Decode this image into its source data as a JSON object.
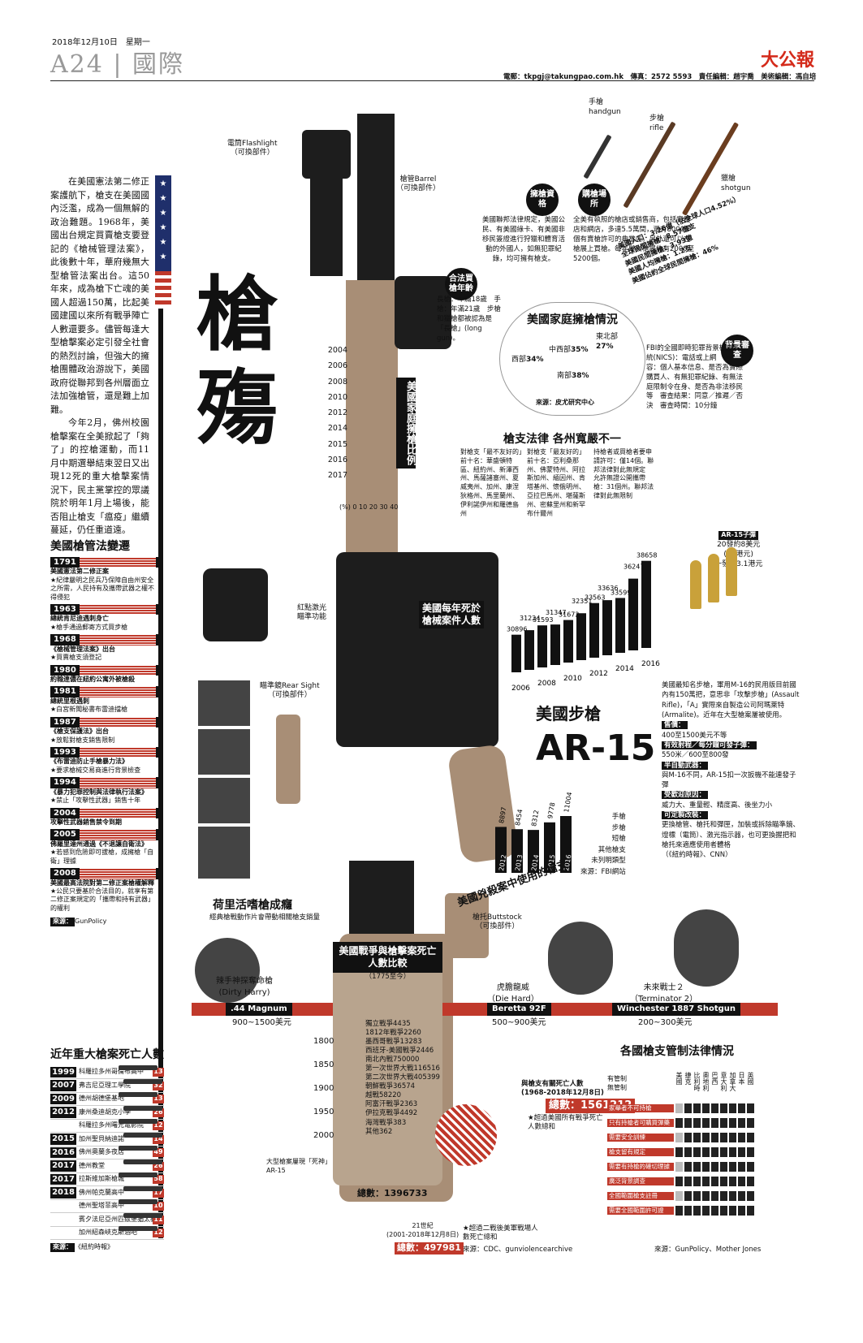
{
  "header": {
    "date": "2018年12月10日　星期一",
    "page": "A24",
    "section": "國際",
    "brand": "大公報",
    "credits": "電郵：tkpgj@takungpao.com.hk　傳真：2572 5593　責任編輯：趙宇喬　美術編輯：馮自培"
  },
  "title": "槍殤",
  "intro": [
    "在美國憲法第二修正案護航下，槍支在美國國內泛濫，成為一個無解的政治難題。1968年，美國出台規定買賣槍支要登記的《槍械管理法案》，此後數十年，華府幾無大型槍管法案出台。這50年來，成為槍下亡魂的美國人超過150萬，比起美國建國以來所有戰爭陣亡人數還要多。儘管每逢大型槍擊案必定引發全社會的熱烈討論，但強大的擁槍團體政治游說下，美國政府從聯邦到各州層面立法加強槍管，還是難上加難。",
    "今年2月，佛州校園槍擊案在全美掀起了「夠了」的控槍運動，而11月中期選舉結束翌日又出現12死的重大槍擊案情況下，民主黨掌控的眾議院於明年1月上場後，能否阻止槍支「瘟疫」繼續蔓延，仍任重道遠。"
  ],
  "stars": [
    "★",
    "★",
    "★",
    "★",
    "★",
    "★"
  ],
  "law_timeline": {
    "title": "美國槍管法變遷",
    "source_label": "來源：",
    "source": "GunPolicy",
    "items": [
      {
        "year": "1791",
        "title": "美國憲法第二修正案",
        "desc": "★紀律嚴明之民兵乃保障自由州安全之所需，人民持有及攜帶武器之權不得侵犯"
      },
      {
        "year": "1963",
        "title": "總統肯尼迪遇刺身亡",
        "desc": "★槍手通過郵寄方式買步槍"
      },
      {
        "year": "1968",
        "title": "《槍械管理法案》出台",
        "desc": "★買賣槍支須登記"
      },
      {
        "year": "1980",
        "title": "約翰連儂在紐約公寓外被槍殺",
        "desc": ""
      },
      {
        "year": "1981",
        "title": "總統里根遇刺",
        "desc": "★白宮新聞秘書布雷迪擋槍"
      },
      {
        "year": "1987",
        "title": "《槍支保護法》出台",
        "desc": "★放鬆對槍支銷售限制"
      },
      {
        "year": "1993",
        "title": "《布雷迪防止手槍暴力法》",
        "desc": "★要求槍械交易商進行背景檢查"
      },
      {
        "year": "1994",
        "title": "《暴力犯罪控制與法律執行法案》",
        "desc": "★禁止「攻擊性武器」銷售十年"
      },
      {
        "year": "2004",
        "title": "攻擊性武器銷售禁令到期",
        "desc": ""
      },
      {
        "year": "2005",
        "title": "佛羅里達州通過《不退讓自衛法》",
        "desc": "★若感到危險即可拔槍，成擁槍「自衛」理據"
      },
      {
        "year": "2008",
        "title": "美國最高法院對第二修正案槍權解釋",
        "desc": "★公民只要基於合法目的，就享有第二修正案規定的「攜帶和持有武器」的權利"
      }
    ]
  },
  "shootings": {
    "title": "近年重大槍案死亡人數",
    "source_label": "來源：",
    "source": "《紐約時報》",
    "items": [
      {
        "year": "1999",
        "place": "科羅拉多州哥倫布高中",
        "n": "13"
      },
      {
        "year": "2007",
        "place": "弗吉尼亞理工學院",
        "n": "32"
      },
      {
        "year": "2009",
        "place": "德州胡德堡基地",
        "n": "13"
      },
      {
        "year": "2012",
        "place": "康州桑迪胡克小學",
        "n": "26"
      },
      {
        "year": "",
        "place": "科羅拉多州曙光電影院",
        "n": "12"
      },
      {
        "year": "2015",
        "place": "加州聖貝納迪諾",
        "n": "14"
      },
      {
        "year": "2016",
        "place": "佛州奧蘭多夜店",
        "n": "49"
      },
      {
        "year": "2017",
        "place": "德州教堂",
        "n": "26"
      },
      {
        "year": "2017",
        "place": "拉斯維加斯槍城",
        "n": "58"
      },
      {
        "year": "2018",
        "place": "佛州帕克蘭高中",
        "n": "17"
      },
      {
        "year": "",
        "place": "德州聖塔菲高中",
        "n": "10"
      },
      {
        "year": "",
        "place": "賓夕法尼亞州匹茲堡猶太教堂",
        "n": "11"
      },
      {
        "year": "",
        "place": "加州紹森峽克斯酒吧",
        "n": "12"
      }
    ],
    "note": "大型槍案屢現「死神」AR-15"
  },
  "parts": {
    "flashlight": "電筒Flashlight",
    "flashlight_sub": "（可換部件）",
    "barrel": "槍管Barrel",
    "barrel_sub": "（可換部件）",
    "red_dot": "紅點激光瞄準功能",
    "rear_sight": "瞄準鏡Rear Sight",
    "rear_sight_sub": "（可換部件）",
    "buttstock": "槍托Buttstock",
    "buttstock_sub": "（可換部件）"
  },
  "ownership_years": {
    "title": "美國家庭擁槍比例",
    "years": [
      "2004",
      "2006",
      "2008",
      "2010",
      "2012",
      "2014",
      "2015",
      "2016",
      "2017"
    ],
    "axis": "(%) 0 10 20 30 40"
  },
  "legal_age": {
    "badge": "合法買槍年齡",
    "text": "長槍：年滿18歲　手槍：年滿21歲　步槍和獵槍都被認為是「長槍」(long gun)。"
  },
  "ownership_badge": "擁槍資格",
  "ownership_text": "美國聯邦法律規定，美國公民、有美國綠卡、有美國非移民簽證進行狩獵和體育活動的外國人，如無犯罪紀錄，均可擁有槍支。",
  "purchase_badge": "購槍場所",
  "purchase_text": "全美有執照的槍店或銷售商，包括實體店和網店，多達5.5萬間，還有8000多個有賣槍許可的典當店。另外還可以在槍展上買槍。每年舉辦槍展約有2000至5200個。",
  "gun_types": {
    "handgun": "手槍\nhandgun",
    "rifle": "步槍\nrifle",
    "shotgun": "獵槍\nshotgun"
  },
  "stats": [
    "美國人口：3.26億（佔全球人口4.52%）",
    "全球民間擁槍：8.57億支",
    "美國民間擁槍：3.93億",
    "美國人均擁槍：1.2支",
    "美國佔約全球民間擁槍：46%"
  ],
  "map": {
    "title": "美國家庭擁槍情況",
    "regions": [
      {
        "name": "東北部",
        "pct": "27%"
      },
      {
        "name": "中西部",
        "pct": "35%"
      },
      {
        "name": "西部",
        "pct": "34%"
      },
      {
        "name": "南部",
        "pct": "38%"
      }
    ],
    "source": "來源：皮尤研究中心"
  },
  "background_check": {
    "badge": "背景審查",
    "text": "FBI的全國即時犯罪背景檢查系統(NICS)：電話或上網　內容：個人基本信息、是否為實際購買人、有無犯罪紀錄、有無法庭限制令在身、是否為非法移民等　審查結果：同意／推遲／否決　審查時間：10分鐘"
  },
  "gun_laws": {
    "title": "槍支法律 各州寬嚴不一",
    "cols": [
      "對槍支「最不友好的」前十名：華盛頓特區、紐約州、新澤西州、馬薩諸塞州、夏威夷州、加州、康涅狄格州、馬里蘭州、伊利諾伊州和羅德島州",
      "對槍支「最友好的」前十名：亞利桑那州、佛蒙特州、阿拉斯加州、緬因州、肯塔基州、懷俄明州、亞拉巴馬州、堪薩斯州、密蘇里州和新罕布什爾州",
      "持槍者或買槍者要申請許可：僅14個。聯邦法律對此無規定　允許無證公開攜帶槍：31個州。聯邦法律對此無限制"
    ]
  },
  "deaths": {
    "title": "美國每年死於槍械案件人數",
    "values": [
      30896,
      31224,
      31593,
      31347,
      31672,
      32351,
      33563,
      33636,
      33599,
      36247,
      38658
    ],
    "labels": [
      "2006",
      "2008",
      "2010",
      "2012",
      "2014",
      "2016"
    ]
  },
  "ammo": {
    "title": "AR-15子彈",
    "sub": "20發約8美元\n(62港元)",
    "each": "一發：3.1港元"
  },
  "ar15": {
    "title": "美國步槍",
    "model": "AR-15",
    "intro": "美國最知名步槍，軍用M-16的民用版目前國內有150萬把，意思非「攻擊步槍」(Assault Rifle)，「A」實際來自製造公司阿瑪萊特(Armalite)。近年在大型槍案屢被使用。",
    "items": [
      {
        "h": "售價：",
        "t": "400至1500美元不等"
      },
      {
        "h": "有效射程／每分鐘可發子彈：",
        "t": "550米／600至800發"
      },
      {
        "h": "半自動武器：",
        "t": "與M-16不同，AR-15扣一次扳機不能連發子彈"
      },
      {
        "h": "受歡迎原因：",
        "t": "威力大、重量輕、精度高、後坐力小"
      },
      {
        "h": "可定製改裝：",
        "t": "更換槍管、槍托和彈匣，加裝或拆除瞄準鏡、燈標（電筒）、激光指示器，也可更換握把和槍托來適應使用者體格"
      }
    ],
    "source": "（《紐約時報》、CNN）"
  },
  "murder_weapons": {
    "title": "美國兇殺案中使用的槍支",
    "years": [
      "2012",
      "2013",
      "2014",
      "2015",
      "2016"
    ],
    "values": [
      "8897",
      "8454",
      "8312",
      "9778",
      "11004"
    ],
    "legend": [
      "手槍",
      "步槍",
      "短槍",
      "其他槍支",
      "未列明類型"
    ],
    "source": "來源：FBI網站"
  },
  "hollywood": {
    "title": "荷里活嗜槍成癮",
    "sub": "經典槍戰動作片會帶動相關槍支銷量",
    "movies": [
      {
        "name": "辣手神探奪命槍\n(Dirty Harry)",
        "gun": ".44 Magnum",
        "price": "900~1500美元"
      },
      {
        "name": "虎膽龍威\n（Die Hard）",
        "gun": "Beretta 92F",
        "price": "500~900美元"
      },
      {
        "name": "未來戰士２\n（Terminator 2）",
        "gun": "Winchester 1887 Shotgun",
        "price": "200~300美元"
      }
    ]
  },
  "war": {
    "title": "美國戰爭與槍擊案死亡人數比較",
    "sub": "（1775至今）",
    "decades": [
      "1800",
      "1850",
      "1900",
      "1950",
      "2000"
    ],
    "items": [
      "獨立戰爭4435",
      "1812年戰爭2260",
      "墨西哥戰爭13283",
      "西班牙-美國戰爭2446",
      "南北內戰750000",
      "第一次世界大戰116516",
      "第二次世界大戰405399",
      "朝鮮戰爭36574",
      "越戰58220",
      "阿富汗戰爭2363",
      "伊拉克戰爭4492",
      "海灣戰爭383",
      "其他362"
    ],
    "total": "總數：1396733",
    "gun_title": "與槍支有關死亡人數\n(1968-2018年12月8日)",
    "gun_total": "總數：1561212",
    "gun_note": "★超過美國所有戰爭死亡人數總和",
    "c21": "21世紀\n(2001-2018年12月8日)",
    "c21_total": "總數：497981",
    "c21_note": "★超過二戰後美軍戰場人數死亡總和",
    "source": "來源：CDC、gunviolencearchive"
  },
  "world": {
    "title": "各國槍支管制法律情況",
    "has": "有管制",
    "none": "無管制",
    "countries": [
      "美國",
      "捷克",
      "比利時",
      "奧地利",
      "巴西",
      "意大利",
      "加拿大",
      "日本",
      "英國"
    ],
    "rows": [
      "家舉者不可持槍",
      "只有持槍者可購買彈藥",
      "需要安全訓練",
      "槍支留有規定",
      "需要有持槍的確切理據",
      "廣泛背景調查",
      "全國範圍槍支註冊",
      "需要全國範圍許可證"
    ],
    "source": "來源：GunPolicy、Mother Jones"
  }
}
